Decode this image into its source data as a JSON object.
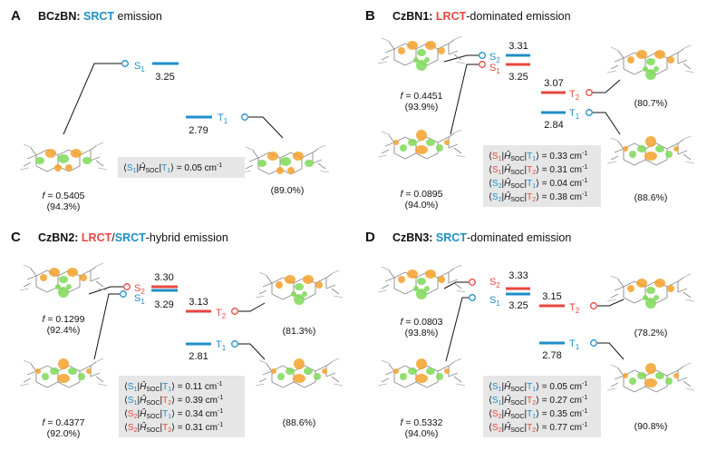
{
  "colors": {
    "blue": "#1f8fc9",
    "red": "#e8473f",
    "black": "#111111",
    "gray_box": "#e6e6e6",
    "orbital_orange": "#f4a12a",
    "orbital_green": "#7ed957",
    "bond_gray": "#8a8a8a"
  },
  "panels": [
    {
      "letter": "A",
      "title": {
        "prefix": "BCzBN: ",
        "hl1": "SRCT",
        "hl1_color": "blue",
        "mid": "",
        "hl2": "",
        "hl2_color": "",
        "suffix": " emission"
      },
      "levels": [
        {
          "sym": "S",
          "sub": "1",
          "value": "3.25",
          "color": "blue"
        },
        {
          "sym": "T",
          "sub": "1",
          "value": "2.79",
          "color": "blue"
        }
      ],
      "molecules": [
        {
          "f": "f = 0.5405",
          "pct": "(94.3%)",
          "icon": "molecule-orbital-icon"
        },
        {
          "f": "",
          "pct": "(89.0%)",
          "icon": "molecule-orbital-icon"
        }
      ],
      "soc": [
        {
          "bra": "S",
          "bra_sub": "1",
          "bra_color": "blue",
          "ket": "T",
          "ket_sub": "1",
          "ket_color": "blue",
          "value": " = 0.05 cm",
          "unit_exp": "-1"
        }
      ]
    },
    {
      "letter": "B",
      "title": {
        "prefix": "CzBN1: ",
        "hl1": "LRCT",
        "hl1_color": "red",
        "mid": "",
        "hl2": "",
        "hl2_color": "",
        "suffix": "-dominated emission"
      },
      "levels": [
        {
          "sym": "S",
          "sub": "2",
          "value": "3.31",
          "color": "blue"
        },
        {
          "sym": "S",
          "sub": "1",
          "value": "3.25",
          "color": "red"
        },
        {
          "sym": "T",
          "sub": "2",
          "value": "3.07",
          "color": "red"
        },
        {
          "sym": "T",
          "sub": "1",
          "value": "2.84",
          "color": "blue"
        }
      ],
      "molecules": [
        {
          "f": "f = 0.4451",
          "pct": "(93.9%)",
          "icon": "molecule-orbital-icon"
        },
        {
          "f": "f = 0.0895",
          "pct": "(94.0%)",
          "icon": "molecule-orbital-icon"
        },
        {
          "f": "",
          "pct": "(80.7%)",
          "icon": "molecule-orbital-icon"
        },
        {
          "f": "",
          "pct": "(88.6%)",
          "icon": "molecule-orbital-icon"
        }
      ],
      "soc": [
        {
          "bra": "S",
          "bra_sub": "1",
          "bra_color": "red",
          "ket": "T",
          "ket_sub": "1",
          "ket_color": "blue",
          "value": " = 0.33 cm",
          "unit_exp": "-1"
        },
        {
          "bra": "S",
          "bra_sub": "1",
          "bra_color": "red",
          "ket": "T",
          "ket_sub": "2",
          "ket_color": "red",
          "value": " = 0.31 cm",
          "unit_exp": "-1"
        },
        {
          "bra": "S",
          "bra_sub": "2",
          "bra_color": "blue",
          "ket": "T",
          "ket_sub": "1",
          "ket_color": "blue",
          "value": " = 0.04 cm",
          "unit_exp": "-1"
        },
        {
          "bra": "S",
          "bra_sub": "2",
          "bra_color": "blue",
          "ket": "T",
          "ket_sub": "2",
          "ket_color": "red",
          "value": " = 0.38 cm",
          "unit_exp": "-1"
        }
      ]
    },
    {
      "letter": "C",
      "title": {
        "prefix": "CzBN2: ",
        "hl1": "LRCT",
        "hl1_color": "red",
        "mid": "/",
        "hl2": "SRCT",
        "hl2_color": "blue",
        "suffix": "-hybrid emission"
      },
      "levels": [
        {
          "sym": "S",
          "sub": "2",
          "value": "3.30",
          "color": "red"
        },
        {
          "sym": "S",
          "sub": "1",
          "value": "3.29",
          "color": "blue"
        },
        {
          "sym": "T",
          "sub": "2",
          "value": "3.13",
          "color": "red"
        },
        {
          "sym": "T",
          "sub": "1",
          "value": "2.81",
          "color": "blue"
        }
      ],
      "molecules": [
        {
          "f": "f = 0.1299",
          "pct": "(92.4%)",
          "icon": "molecule-orbital-icon"
        },
        {
          "f": "f = 0.4377",
          "pct": "(92.0%)",
          "icon": "molecule-orbital-icon"
        },
        {
          "f": "",
          "pct": "(81.3%)",
          "icon": "molecule-orbital-icon"
        },
        {
          "f": "",
          "pct": "(88.6%)",
          "icon": "molecule-orbital-icon"
        }
      ],
      "soc": [
        {
          "bra": "S",
          "bra_sub": "1",
          "bra_color": "blue",
          "ket": "T",
          "ket_sub": "1",
          "ket_color": "blue",
          "value": " = 0.11 cm",
          "unit_exp": "-1"
        },
        {
          "bra": "S",
          "bra_sub": "1",
          "bra_color": "blue",
          "ket": "T",
          "ket_sub": "2",
          "ket_color": "red",
          "value": " = 0.39 cm",
          "unit_exp": "-1"
        },
        {
          "bra": "S",
          "bra_sub": "2",
          "bra_color": "red",
          "ket": "T",
          "ket_sub": "1",
          "ket_color": "blue",
          "value": " = 0.34 cm",
          "unit_exp": "-1"
        },
        {
          "bra": "S",
          "bra_sub": "2",
          "bra_color": "red",
          "ket": "T",
          "ket_sub": "2",
          "ket_color": "red",
          "value": " = 0.31 cm",
          "unit_exp": "-1"
        }
      ]
    },
    {
      "letter": "D",
      "title": {
        "prefix": "CzBN3: ",
        "hl1": "SRCT",
        "hl1_color": "blue",
        "mid": "",
        "hl2": "",
        "hl2_color": "",
        "suffix": "-dominated emission"
      },
      "levels": [
        {
          "sym": "S",
          "sub": "2",
          "value": "3.33",
          "color": "red"
        },
        {
          "sym": "S",
          "sub": "1",
          "value": "3.25",
          "color": "blue"
        },
        {
          "sym": "T",
          "sub": "2",
          "value": "3.15",
          "color": "red"
        },
        {
          "sym": "T",
          "sub": "1",
          "value": "2.78",
          "color": "blue"
        }
      ],
      "molecules": [
        {
          "f": "f = 0.0803",
          "pct": "(93.8%)",
          "icon": "molecule-orbital-icon"
        },
        {
          "f": "f = 0.5332",
          "pct": "(94.0%)",
          "icon": "molecule-orbital-icon"
        },
        {
          "f": "",
          "pct": "(78.2%)",
          "icon": "molecule-orbital-icon"
        },
        {
          "f": "",
          "pct": "(90.8%)",
          "icon": "molecule-orbital-icon"
        }
      ],
      "soc": [
        {
          "bra": "S",
          "bra_sub": "1",
          "bra_color": "blue",
          "ket": "T",
          "ket_sub": "1",
          "ket_color": "blue",
          "value": " = 0.05 cm",
          "unit_exp": "-1"
        },
        {
          "bra": "S",
          "bra_sub": "1",
          "bra_color": "blue",
          "ket": "T",
          "ket_sub": "2",
          "ket_color": "red",
          "value": " = 0.27 cm",
          "unit_exp": "-1"
        },
        {
          "bra": "S",
          "bra_sub": "2",
          "bra_color": "red",
          "ket": "T",
          "ket_sub": "1",
          "ket_color": "blue",
          "value": " = 0.35 cm",
          "unit_exp": "-1"
        },
        {
          "bra": "S",
          "bra_sub": "2",
          "bra_color": "red",
          "ket": "T",
          "ket_sub": "2",
          "ket_color": "red",
          "value": " = 0.77 cm",
          "unit_exp": "-1"
        }
      ]
    }
  ],
  "soc_operator": {
    "symbol": "Ĥ",
    "sub": "SOC"
  }
}
